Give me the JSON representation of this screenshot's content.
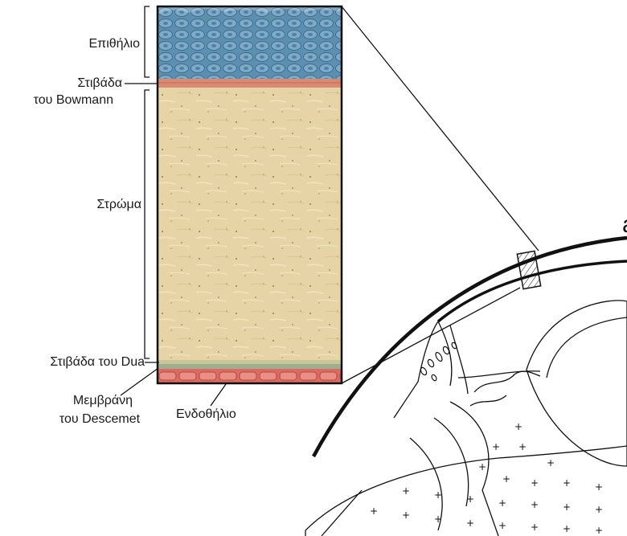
{
  "labels": {
    "epithelium": "Επιθήλιο",
    "bowman_line1": "Στιβάδα",
    "bowman_line2": "του Bowmann",
    "stroma": "Στρώμα",
    "dua": "Στιβάδα του Dua",
    "descemet_line1": "Μεμβράνη",
    "descemet_line2": "του Descemet",
    "endothelium": "Ενδοθήλιο"
  },
  "edge_text": "a",
  "colors": {
    "epithelium": "#5c8fb0",
    "bowman": "#d88a72",
    "stroma": "#e4d2a3",
    "dua": "#c7c79a",
    "descemet": "#9fae8c",
    "endothelium": "#dd6a62",
    "outline": "#111111"
  }
}
